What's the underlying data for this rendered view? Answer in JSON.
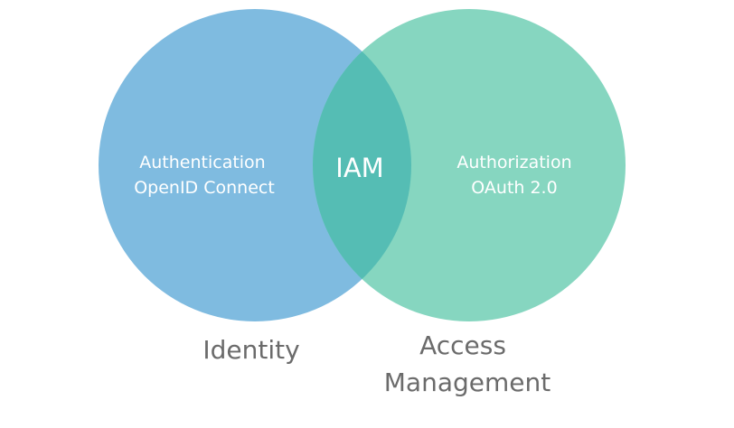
{
  "colors": {
    "identity_circle": "#7fbbe0",
    "access_circle": "#86d6c0",
    "overlap": "#55bdb4",
    "caption_text": "#6b6b6b",
    "circle_text": "#ffffff"
  },
  "identity": {
    "line1": "Authentication",
    "line2": "OpenID Connect",
    "caption": "Identity"
  },
  "access": {
    "line1": "Authorization",
    "line2": "OAuth 2.0",
    "caption_line1": "Access",
    "caption_line2": "Management"
  },
  "overlap": {
    "label": "IAM"
  }
}
